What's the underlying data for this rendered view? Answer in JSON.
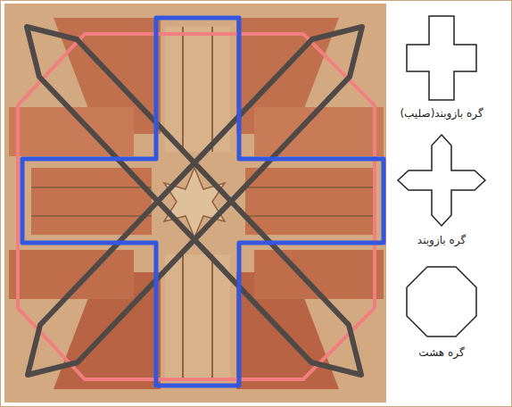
{
  "diagram": {
    "nodes": [
      {
        "text": [
          "گره بازوبند(صلیب)"
        ]
      },
      {
        "text": [
          "گره بازوبند"
        ]
      },
      {
        "text": [
          "گره هشت"
        ]
      }
    ]
  }
}
